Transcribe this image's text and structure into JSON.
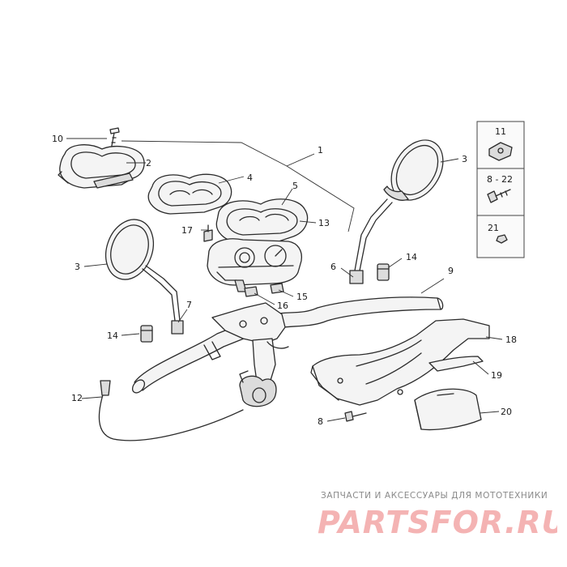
{
  "callouts": {
    "c1": "1",
    "c2": "2",
    "c3a": "3",
    "c3b": "3",
    "c4": "4",
    "c5": "5",
    "c6": "6",
    "c7": "7",
    "c8": "8",
    "c8_22": "8 - 22",
    "c9": "9",
    "c10": "10",
    "c11": "11",
    "c12": "12",
    "c13": "13",
    "c14a": "14",
    "c14b": "14",
    "c15": "15",
    "c16": "16",
    "c17": "17",
    "c18": "18",
    "c19": "19",
    "c20": "20",
    "c21": "21"
  },
  "watermark": {
    "caption": "ЗАПЧАСТИ И АКСЕССУАРЫ ДЛЯ МОТОТЕХНИКИ",
    "logo_text": "PARTSFOR.RU",
    "logo_color": "#f3a6a6"
  }
}
